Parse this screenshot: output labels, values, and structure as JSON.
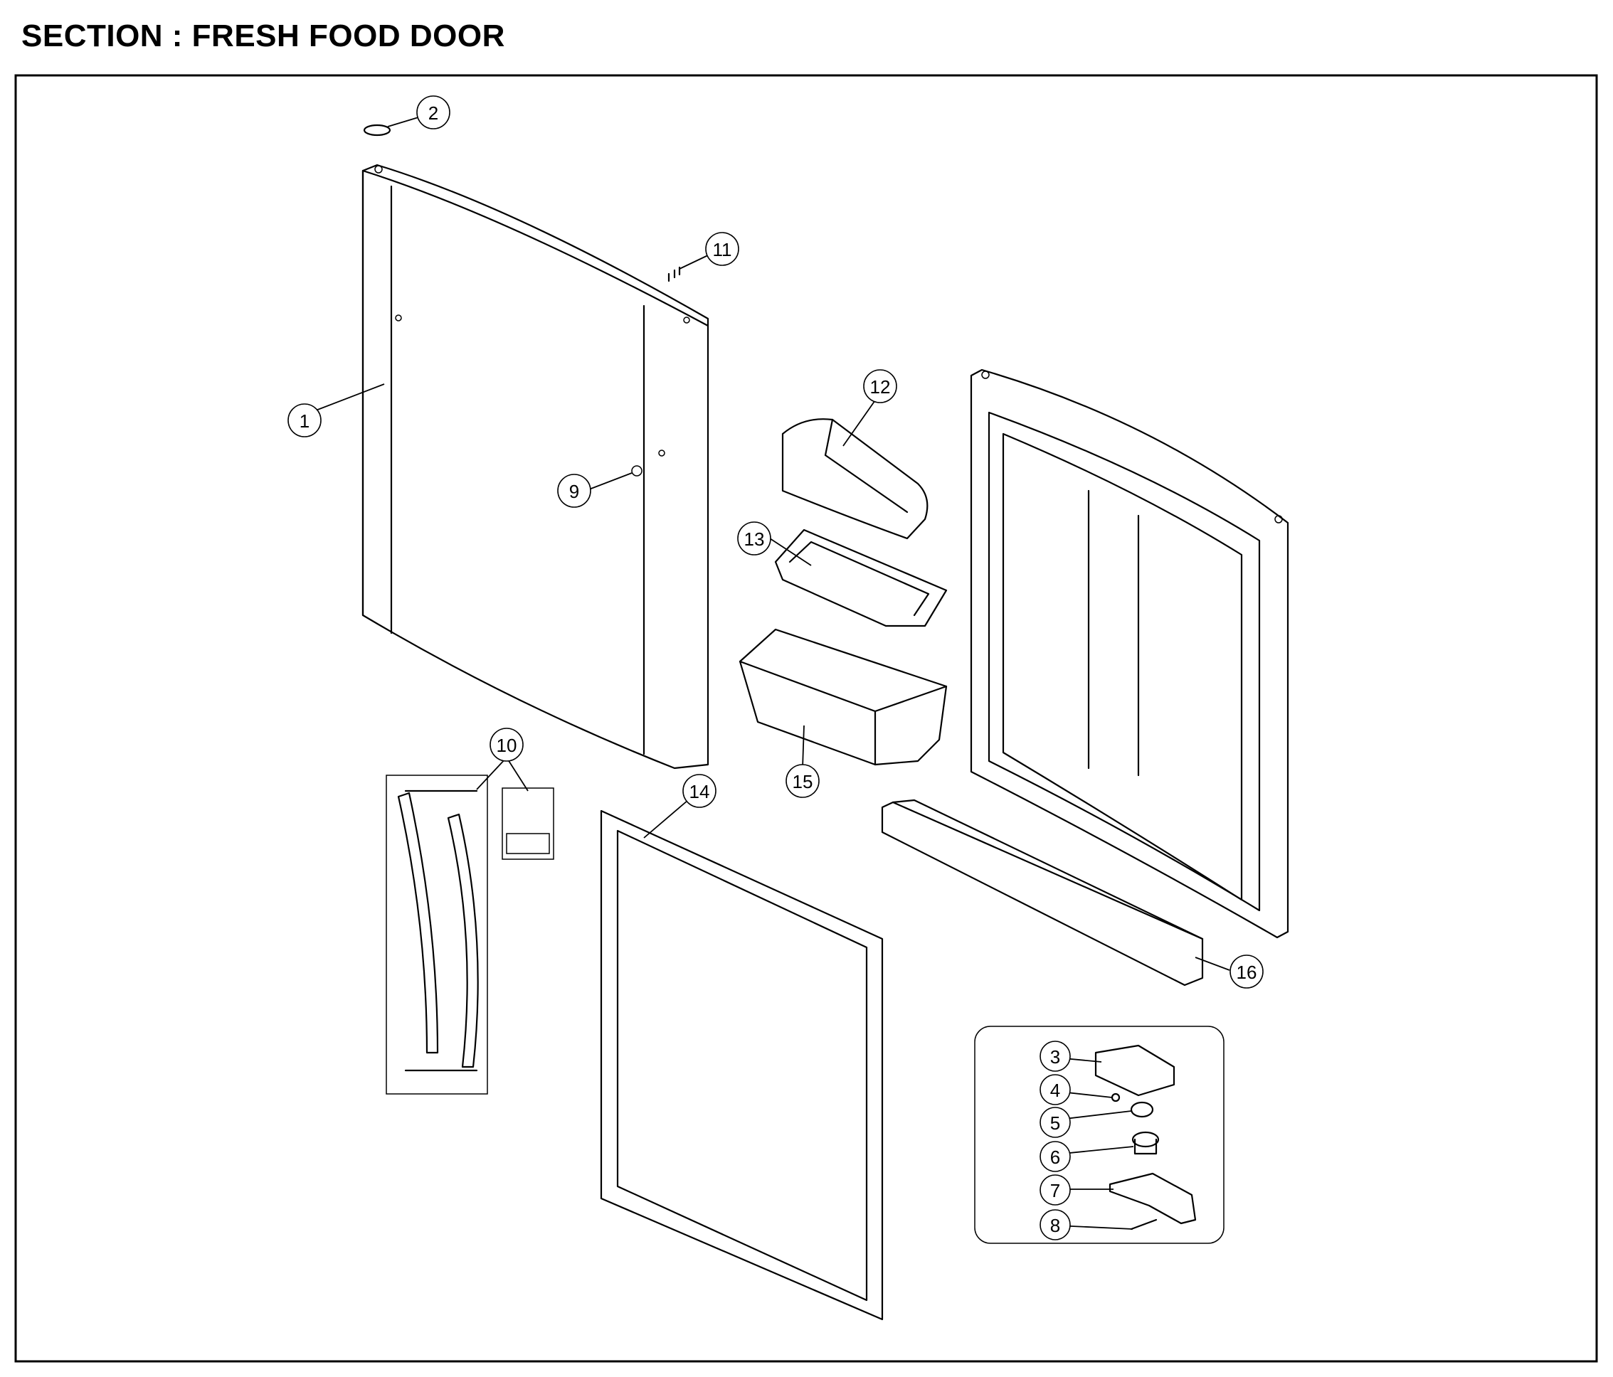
{
  "section_title": "SECTION : FRESH FOOD DOOR",
  "callouts": [
    {
      "id": "c1",
      "label": "1"
    },
    {
      "id": "c2",
      "label": "2"
    },
    {
      "id": "c3",
      "label": "3"
    },
    {
      "id": "c4",
      "label": "4"
    },
    {
      "id": "c5",
      "label": "5"
    },
    {
      "id": "c6",
      "label": "6"
    },
    {
      "id": "c7",
      "label": "7"
    },
    {
      "id": "c8",
      "label": "8"
    },
    {
      "id": "c9",
      "label": "9"
    },
    {
      "id": "c10",
      "label": "10"
    },
    {
      "id": "c11",
      "label": "11"
    },
    {
      "id": "c12",
      "label": "12"
    },
    {
      "id": "c13",
      "label": "13"
    },
    {
      "id": "c14",
      "label": "14"
    },
    {
      "id": "c15",
      "label": "15"
    },
    {
      "id": "c16",
      "label": "16"
    }
  ]
}
